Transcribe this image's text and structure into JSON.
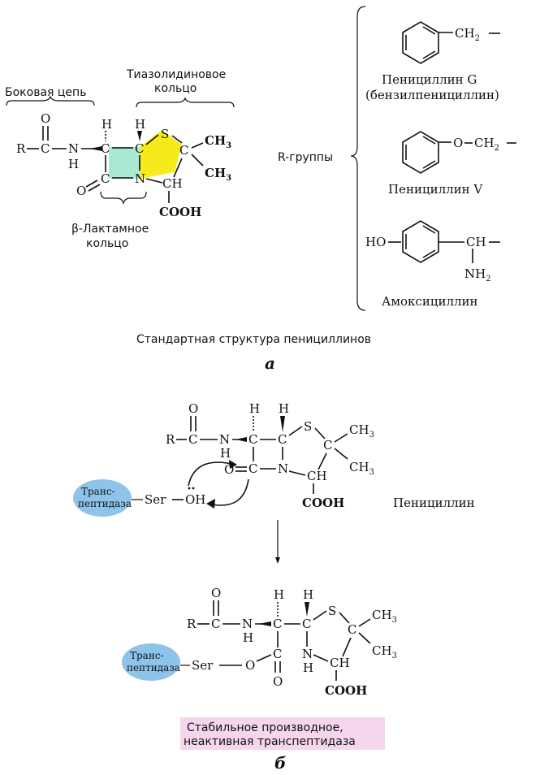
{
  "part_a": {
    "side_chain_label": "Боковая цепь",
    "thiazolidine_label_1": "Тиазолидиновое",
    "thiazolidine_label_2": "кольцо",
    "beta_lactam_label_1": "β-Лактамное",
    "beta_lactam_label_2": "кольцо",
    "r_groups_label": "R-группы",
    "penicillin_g_1": "Пенициллин G",
    "penicillin_g_2": "(бензилпенициллин)",
    "penicillin_v": "Пенициллин V",
    "amoxicillin": "Амоксициллин",
    "caption": "Стандартная структура пенициллинов",
    "letter": "а",
    "ring_colors": {
      "beta_lactam": "#a8e8d4",
      "thiazolidine": "#f7ea1a"
    }
  },
  "part_b": {
    "enzyme_label_1": "Транс-",
    "enzyme_label_2": "пептидаза",
    "penicillin_label": "Пенициллин",
    "result_1": "Стабильное производное,",
    "result_2": "неактивная транспептидаза",
    "letter": "б",
    "colors": {
      "enzyme": "#8ec3ea",
      "result_bg": "#f5d6ec"
    }
  },
  "atoms": {
    "R": "R",
    "C": "C",
    "O": "O",
    "N": "N",
    "H": "H",
    "S": "S",
    "CH3": "CH",
    "CH": "CH",
    "COOH": "COOH",
    "Ser": "Ser",
    "OH": "OH",
    "HO": "HO",
    "NH": "NH",
    "CH2": "CH",
    "sub2": "2",
    "sub3": "3"
  }
}
